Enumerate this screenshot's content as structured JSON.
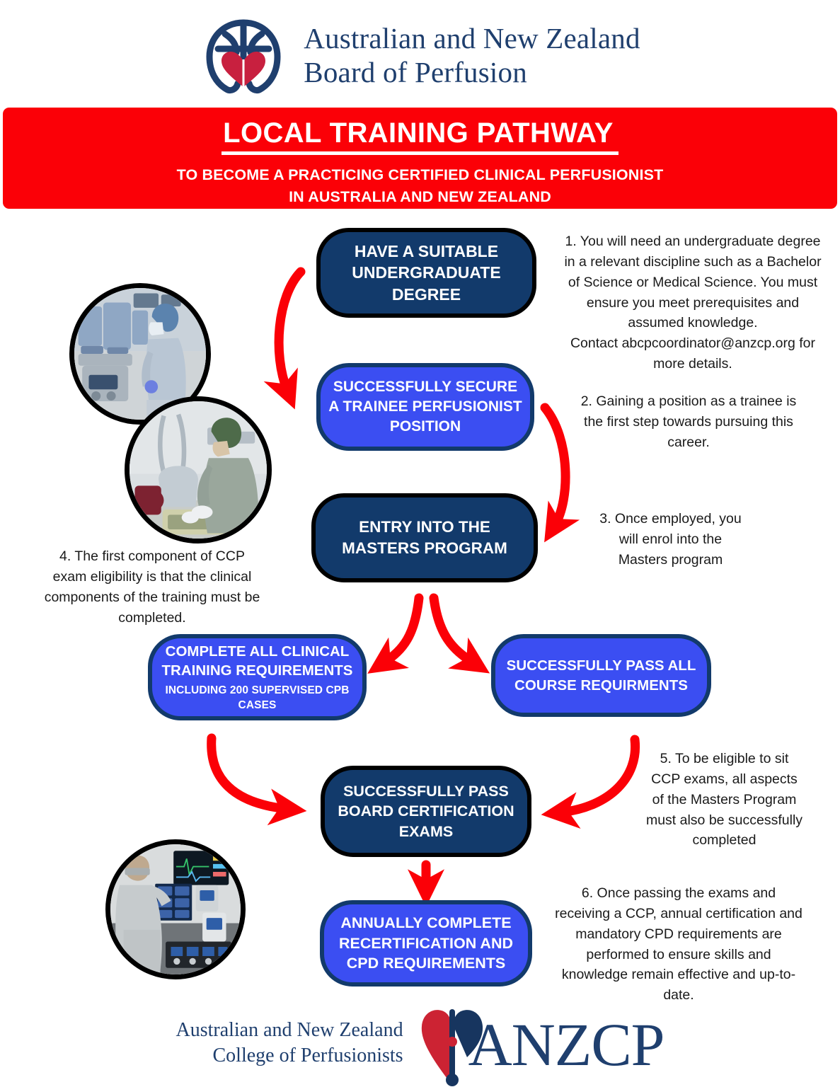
{
  "header": {
    "org_name": "Australian and New Zealand\nBoard of Perfusion",
    "logo_icon": "anzbp-brain-heart-logo",
    "brand_navy": "#1f3f6e",
    "brand_red": "#c8203f"
  },
  "banner": {
    "title": "LOCAL TRAINING PATHWAY",
    "subtitle": "TO BECOME A  PRACTICING CERTIFIED CLINICAL PERFUSIONIST\nIN AUSTRALIA AND NEW ZEALAND",
    "background_color": "#fb0007",
    "text_color": "#ffffff"
  },
  "flow": {
    "boxes": [
      {
        "id": "degree",
        "label": "HAVE A SUITABLE\nUNDERGRADUATE\nDEGREE",
        "sub_label": "",
        "style": "navy",
        "fill": "#123a6b",
        "border": "#000000"
      },
      {
        "id": "trainee",
        "label": "SUCCESSFULLY SECURE\nA TRAINEE PERFUSIONIST\nPOSITION",
        "sub_label": "",
        "style": "blue",
        "fill": "#3b4ef2",
        "border": "#123a6b"
      },
      {
        "id": "masters",
        "label": "ENTRY INTO THE\nMASTERS PROGRAM",
        "sub_label": "",
        "style": "navy",
        "fill": "#123a6b",
        "border": "#000000"
      },
      {
        "id": "clinical",
        "label": "COMPLETE ALL CLINICAL\nTRAINING REQUIREMENTS",
        "sub_label": "INCLUDING 200 SUPERVISED CPB CASES",
        "style": "blue",
        "fill": "#3b4ef2",
        "border": "#123a6b"
      },
      {
        "id": "course",
        "label": "SUCCESSFULLY PASS ALL\nCOURSE REQUIRMENTS",
        "sub_label": "",
        "style": "blue",
        "fill": "#3b4ef2",
        "border": "#123a6b"
      },
      {
        "id": "exams",
        "label": "SUCCESSFULLY PASS\nBOARD CERTIFICATION\nEXAMS",
        "sub_label": "",
        "style": "navy",
        "fill": "#123a6b",
        "border": "#000000"
      },
      {
        "id": "recert",
        "label": "ANNUALLY COMPLETE\nRECERTIFICATION AND\nCPD REQUIREMENTS",
        "sub_label": "",
        "style": "blue",
        "fill": "#3b4ef2",
        "border": "#123a6b"
      }
    ],
    "arrow_color": "#fb0007"
  },
  "notes": {
    "note_1": "1. You will need an undergraduate degree in a relevant discipline such as a Bachelor of Science or Medical Science. You must ensure you meet prerequisites and assumed knowledge.\nContact abcpcoordinator@anzcp.org for more details.",
    "note_2": "2. Gaining a position as a trainee is the first step towards pursuing this career.",
    "note_3": "3. Once employed, you will enrol into the Masters program",
    "note_4": "4. The first component of CCP exam eligibility is that the clinical components of the training must be completed.",
    "note_5": "5.  To be eligible to sit CCP exams,  all aspects of the Masters Program must also be successfully completed",
    "note_6": "6. Once passing the exams and receiving a CCP, annual certification and mandatory CPD requirements are performed to ensure skills and knowledge remain effective and up-to-date."
  },
  "photos": [
    {
      "id": "photo-top",
      "alt": "perfusionist-seated-at-heart-lung-machine-in-operating-theatre"
    },
    {
      "id": "photo-mid",
      "alt": "perfusionist-priming-circuit-at-bypass-machine"
    },
    {
      "id": "photo-bottom",
      "alt": "perfusionist-standing-beside-monitors-and-pump-console"
    }
  ],
  "footer": {
    "org_name": "Australian and New Zealand\nCollege of Perfusionists",
    "acronym": "ANZCP",
    "logo_icon": "anzcp-heart-stethoscope-logo"
  }
}
